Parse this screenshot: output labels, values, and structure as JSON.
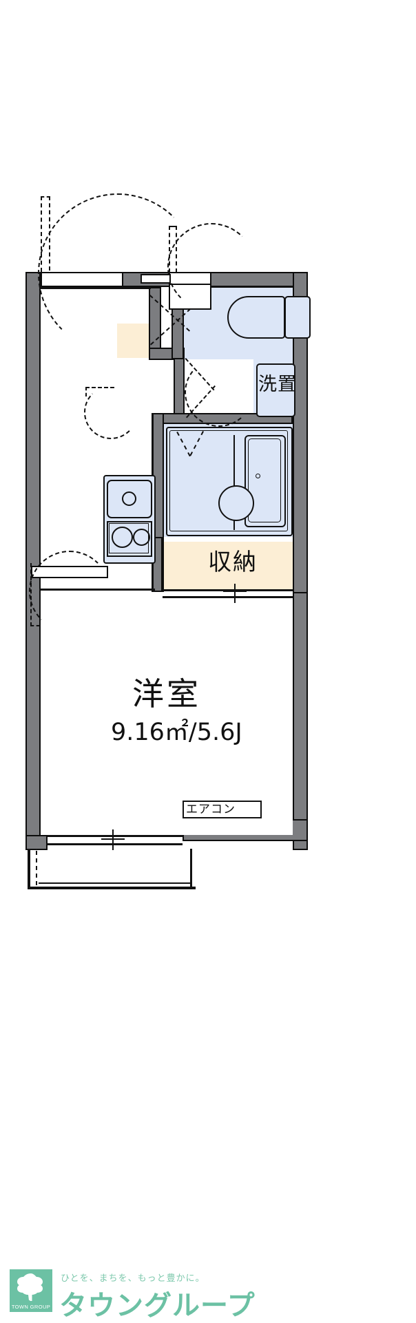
{
  "document": {
    "type": "floor-plan",
    "layout_name": "1K",
    "title": ""
  },
  "rooms": [
    {
      "id": "main-room",
      "label": "洋室",
      "area_text": "9.16㎡/5.6J",
      "area_sqm": 9.16,
      "area_jo": 5.6,
      "fill": "#ffffff"
    },
    {
      "id": "closet",
      "label": "収納",
      "area_text": "",
      "fill": "#fceed5"
    },
    {
      "id": "laundry",
      "label": "洗置",
      "area_text": "",
      "fill": "#dce6f7"
    },
    {
      "id": "unit-bath",
      "label": "",
      "area_text": "",
      "fill": "#dce6f7"
    },
    {
      "id": "toilet",
      "label": "",
      "area_text": "",
      "fill": "#dce6f7"
    },
    {
      "id": "entrance",
      "label": "",
      "area_text": "",
      "fill": "#fceed5"
    },
    {
      "id": "kitchen",
      "label": "",
      "area_text": "",
      "fill": "#ffffff"
    }
  ],
  "annotations": {
    "aircon": "エアコン",
    "main_room_name": "洋室",
    "main_room_area": "9.16㎡/5.6J",
    "closet_name": "収納",
    "laundry_name": "洗置"
  },
  "fixtures": [
    {
      "name": "toilet-bowl",
      "room": "toilet"
    },
    {
      "name": "bathtub",
      "room": "unit-bath"
    },
    {
      "name": "bath-sink",
      "room": "unit-bath"
    },
    {
      "name": "kitchen-sink",
      "room": "kitchen"
    },
    {
      "name": "stove-two-burner",
      "room": "kitchen"
    },
    {
      "name": "washer-space",
      "room": "laundry"
    },
    {
      "name": "balcony",
      "room": "main-room"
    }
  ],
  "colors": {
    "wall": "#7c7d80",
    "outline": "#111111",
    "water_area": "#dce6f7",
    "storage_area": "#fceed5",
    "brand_green": "#6cc1a4",
    "background": "#ffffff"
  },
  "footer": {
    "brand_tagline": "ひとを、まちを、もっと豊かに。",
    "brand_name": "タウングループ",
    "logo_caption": "TOWN GROUP",
    "logo_icon": "tree-icon"
  }
}
